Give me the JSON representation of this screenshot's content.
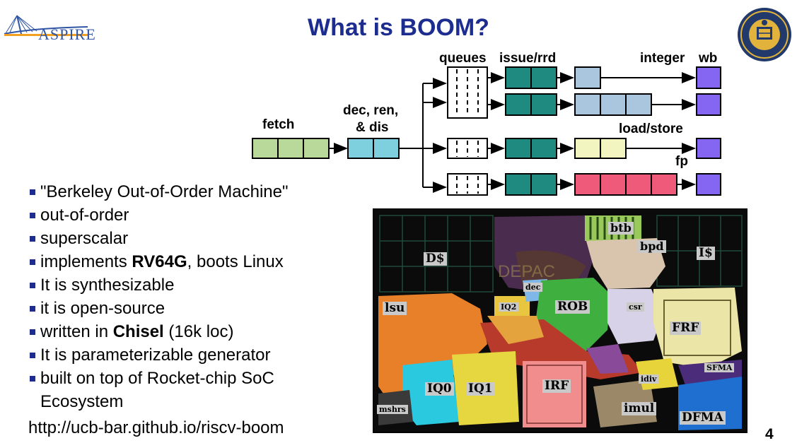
{
  "header": {
    "logo_text": "ASPIRE",
    "title": "What is BOOM?"
  },
  "pipeline": {
    "labels": {
      "fetch": "fetch",
      "decode_1": "dec, ren,",
      "decode_2": "& dis",
      "queues": "queues",
      "issue": "issue/rrd",
      "integer": "integer",
      "wb": "wb",
      "load_store": "load/store",
      "fp": "fp"
    },
    "colors": {
      "fetch": "#b9d99a",
      "decode": "#7fd0de",
      "issue": "#1f8a80",
      "integer": "#a9c6de",
      "load_store": "#f3f5c0",
      "fp": "#f05a7a",
      "wb": "#8466f2"
    }
  },
  "bullets": [
    {
      "text": "\"Berkeley Out-of-Order Machine\""
    },
    {
      "text": "out-of-order"
    },
    {
      "text": "superscalar"
    },
    {
      "pre": "implements ",
      "bold": "RV64G",
      "post": ", boots Linux"
    },
    {
      "text": "It is synthesizable"
    },
    {
      "text": "it is open-source"
    },
    {
      "pre": "written in ",
      "bold": "Chisel",
      "post": " (16k loc)"
    },
    {
      "text": "It is parameterizable generator"
    },
    {
      "text": "built on top of Rocket-chip SoC"
    },
    {
      "text": "Ecosystem",
      "continuation": true
    }
  ],
  "footer": {
    "url": "http://ucb-bar.github.io/riscv-boom",
    "page_number": "4"
  },
  "die_labels": {
    "btb": "btb",
    "bpd": "bpd",
    "dcache": "D$",
    "icache": "I$",
    "dec": "dec",
    "lsu": "lsu",
    "iq2": "IQ2",
    "rob": "ROB",
    "csr": "csr",
    "frf": "FRF",
    "sfma": "SFMA",
    "idiv": "idiv",
    "iq0": "IQ0",
    "iq1": "IQ1",
    "irf": "IRF",
    "imul": "imul",
    "dfma": "DFMA",
    "mshrs": "mshrs"
  }
}
